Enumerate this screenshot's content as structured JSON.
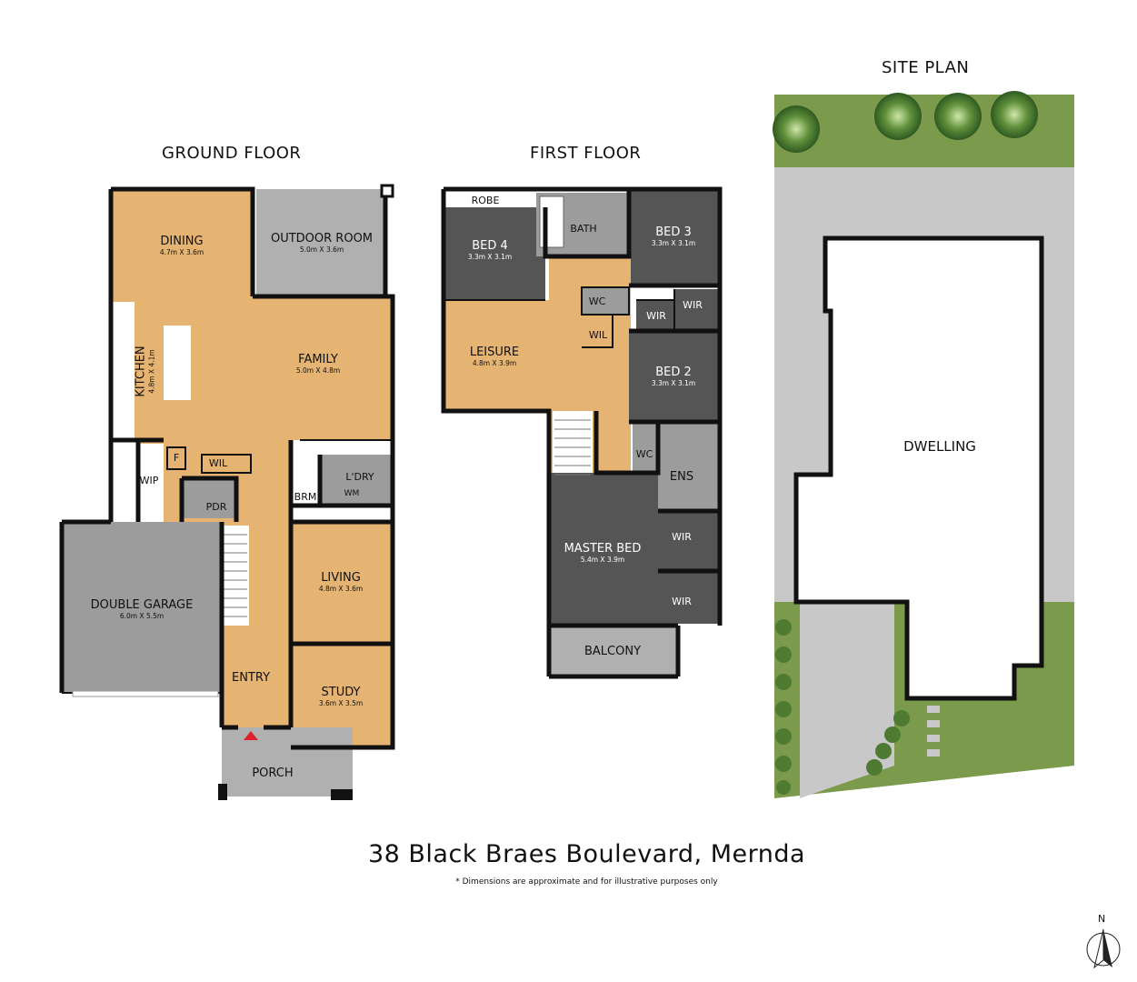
{
  "headings": {
    "ground": "GROUND FLOOR",
    "first": "FIRST FLOOR",
    "site": "SITE PLAN"
  },
  "address": "38 Black Braes Boulevard, Mernda",
  "disclaimer": "* Dimensions are approximate and for illustrative purposes only",
  "compass": {
    "label": "N"
  },
  "colors": {
    "wall": "#111111",
    "living": "#e6b472",
    "wet": "#9c9c9c",
    "outdoor": "#b0b0b0",
    "bedroom": "#555555",
    "lawn": "#7b9a4b",
    "paving": "#c8c8c8",
    "entry_marker": "#e0202a"
  },
  "ground_floor": {
    "dining": {
      "name": "DINING",
      "dims": "4.7m X 3.6m"
    },
    "outdoor_room": {
      "name": "OUTDOOR ROOM",
      "dims": "5.0m X 3.6m"
    },
    "kitchen": {
      "name": "KITCHEN",
      "dims": "4.8m X 4.1m"
    },
    "family": {
      "name": "FAMILY",
      "dims": "5.0m X 4.8m"
    },
    "fridge": {
      "name": "F"
    },
    "wil": {
      "name": "WIL"
    },
    "wip": {
      "name": "WIP"
    },
    "pdr": {
      "name": "PDR"
    },
    "laundry": {
      "name": "L'DRY"
    },
    "brm": {
      "name": "BRM"
    },
    "wm": {
      "name": "WM"
    },
    "living": {
      "name": "LIVING",
      "dims": "4.8m X 3.6m"
    },
    "garage": {
      "name": "DOUBLE GARAGE",
      "dims": "6.0m X 5.5m"
    },
    "entry": {
      "name": "ENTRY"
    },
    "study": {
      "name": "STUDY",
      "dims": "3.6m X 3.5m"
    },
    "porch": {
      "name": "PORCH"
    }
  },
  "first_floor": {
    "robe": {
      "name": "ROBE"
    },
    "bath": {
      "name": "BATH"
    },
    "bed4": {
      "name": "BED 4",
      "dims": "3.3m X 3.1m"
    },
    "bed3": {
      "name": "BED 3",
      "dims": "3.3m X 3.1m"
    },
    "wc_upper": {
      "name": "WC"
    },
    "wil": {
      "name": "WIL"
    },
    "wir_bed3": {
      "name": "WIR"
    },
    "wir_bed2": {
      "name": "WIR"
    },
    "leisure": {
      "name": "LEISURE",
      "dims": "4.8m X 3.9m"
    },
    "bed2": {
      "name": "BED 2",
      "dims": "3.3m X 3.1m"
    },
    "wc_lower": {
      "name": "WC"
    },
    "ens": {
      "name": "ENS"
    },
    "master": {
      "name": "MASTER BED",
      "dims": "5.4m X 3.9m"
    },
    "wir_master1": {
      "name": "WIR"
    },
    "wir_master2": {
      "name": "WIR"
    },
    "balcony": {
      "name": "BALCONY"
    }
  },
  "site_plan": {
    "dwelling": {
      "name": "DWELLING"
    }
  }
}
